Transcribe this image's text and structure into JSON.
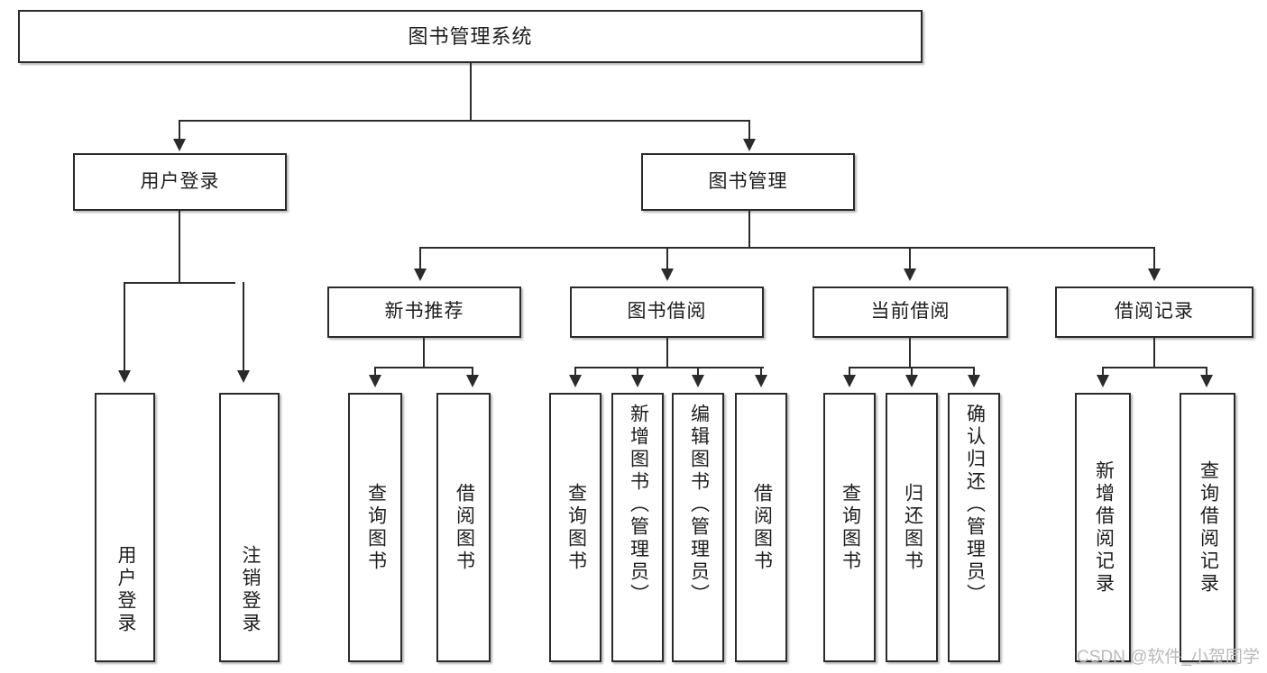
{
  "diagram": {
    "title": "图书管理系统",
    "type": "hierarchy-tree",
    "root": {
      "label": "图书管理系统"
    },
    "level1": [
      {
        "label": "用户登录"
      },
      {
        "label": "图书管理"
      }
    ],
    "level2": [
      {
        "label": "新书推荐"
      },
      {
        "label": "图书借阅"
      },
      {
        "label": "当前借阅"
      },
      {
        "label": "借阅记录"
      }
    ],
    "leaves": {
      "user_login": [
        {
          "label": "用户登录"
        },
        {
          "label": "注销登录"
        }
      ],
      "new_book_recommend": [
        {
          "label": "查询图书"
        },
        {
          "label": "借阅图书"
        }
      ],
      "book_borrow": [
        {
          "label": "查询图书"
        },
        {
          "label": "新增图书（管理员）"
        },
        {
          "label": "编辑图书（管理员）"
        },
        {
          "label": "借阅图书"
        }
      ],
      "current_borrow": [
        {
          "label": "查询图书"
        },
        {
          "label": "归还图书"
        },
        {
          "label": "确认归还（管理员）"
        }
      ],
      "borrow_record": [
        {
          "label": "新增借阅记录"
        },
        {
          "label": "查询借阅记录"
        }
      ]
    }
  },
  "watermark": {
    "text": "CSDN @软件_小贺同学"
  },
  "colors": {
    "stroke": "#2b2b2b",
    "text": "#1d1d1d",
    "background": "#ffffff",
    "watermark": "#b9b9b9"
  }
}
